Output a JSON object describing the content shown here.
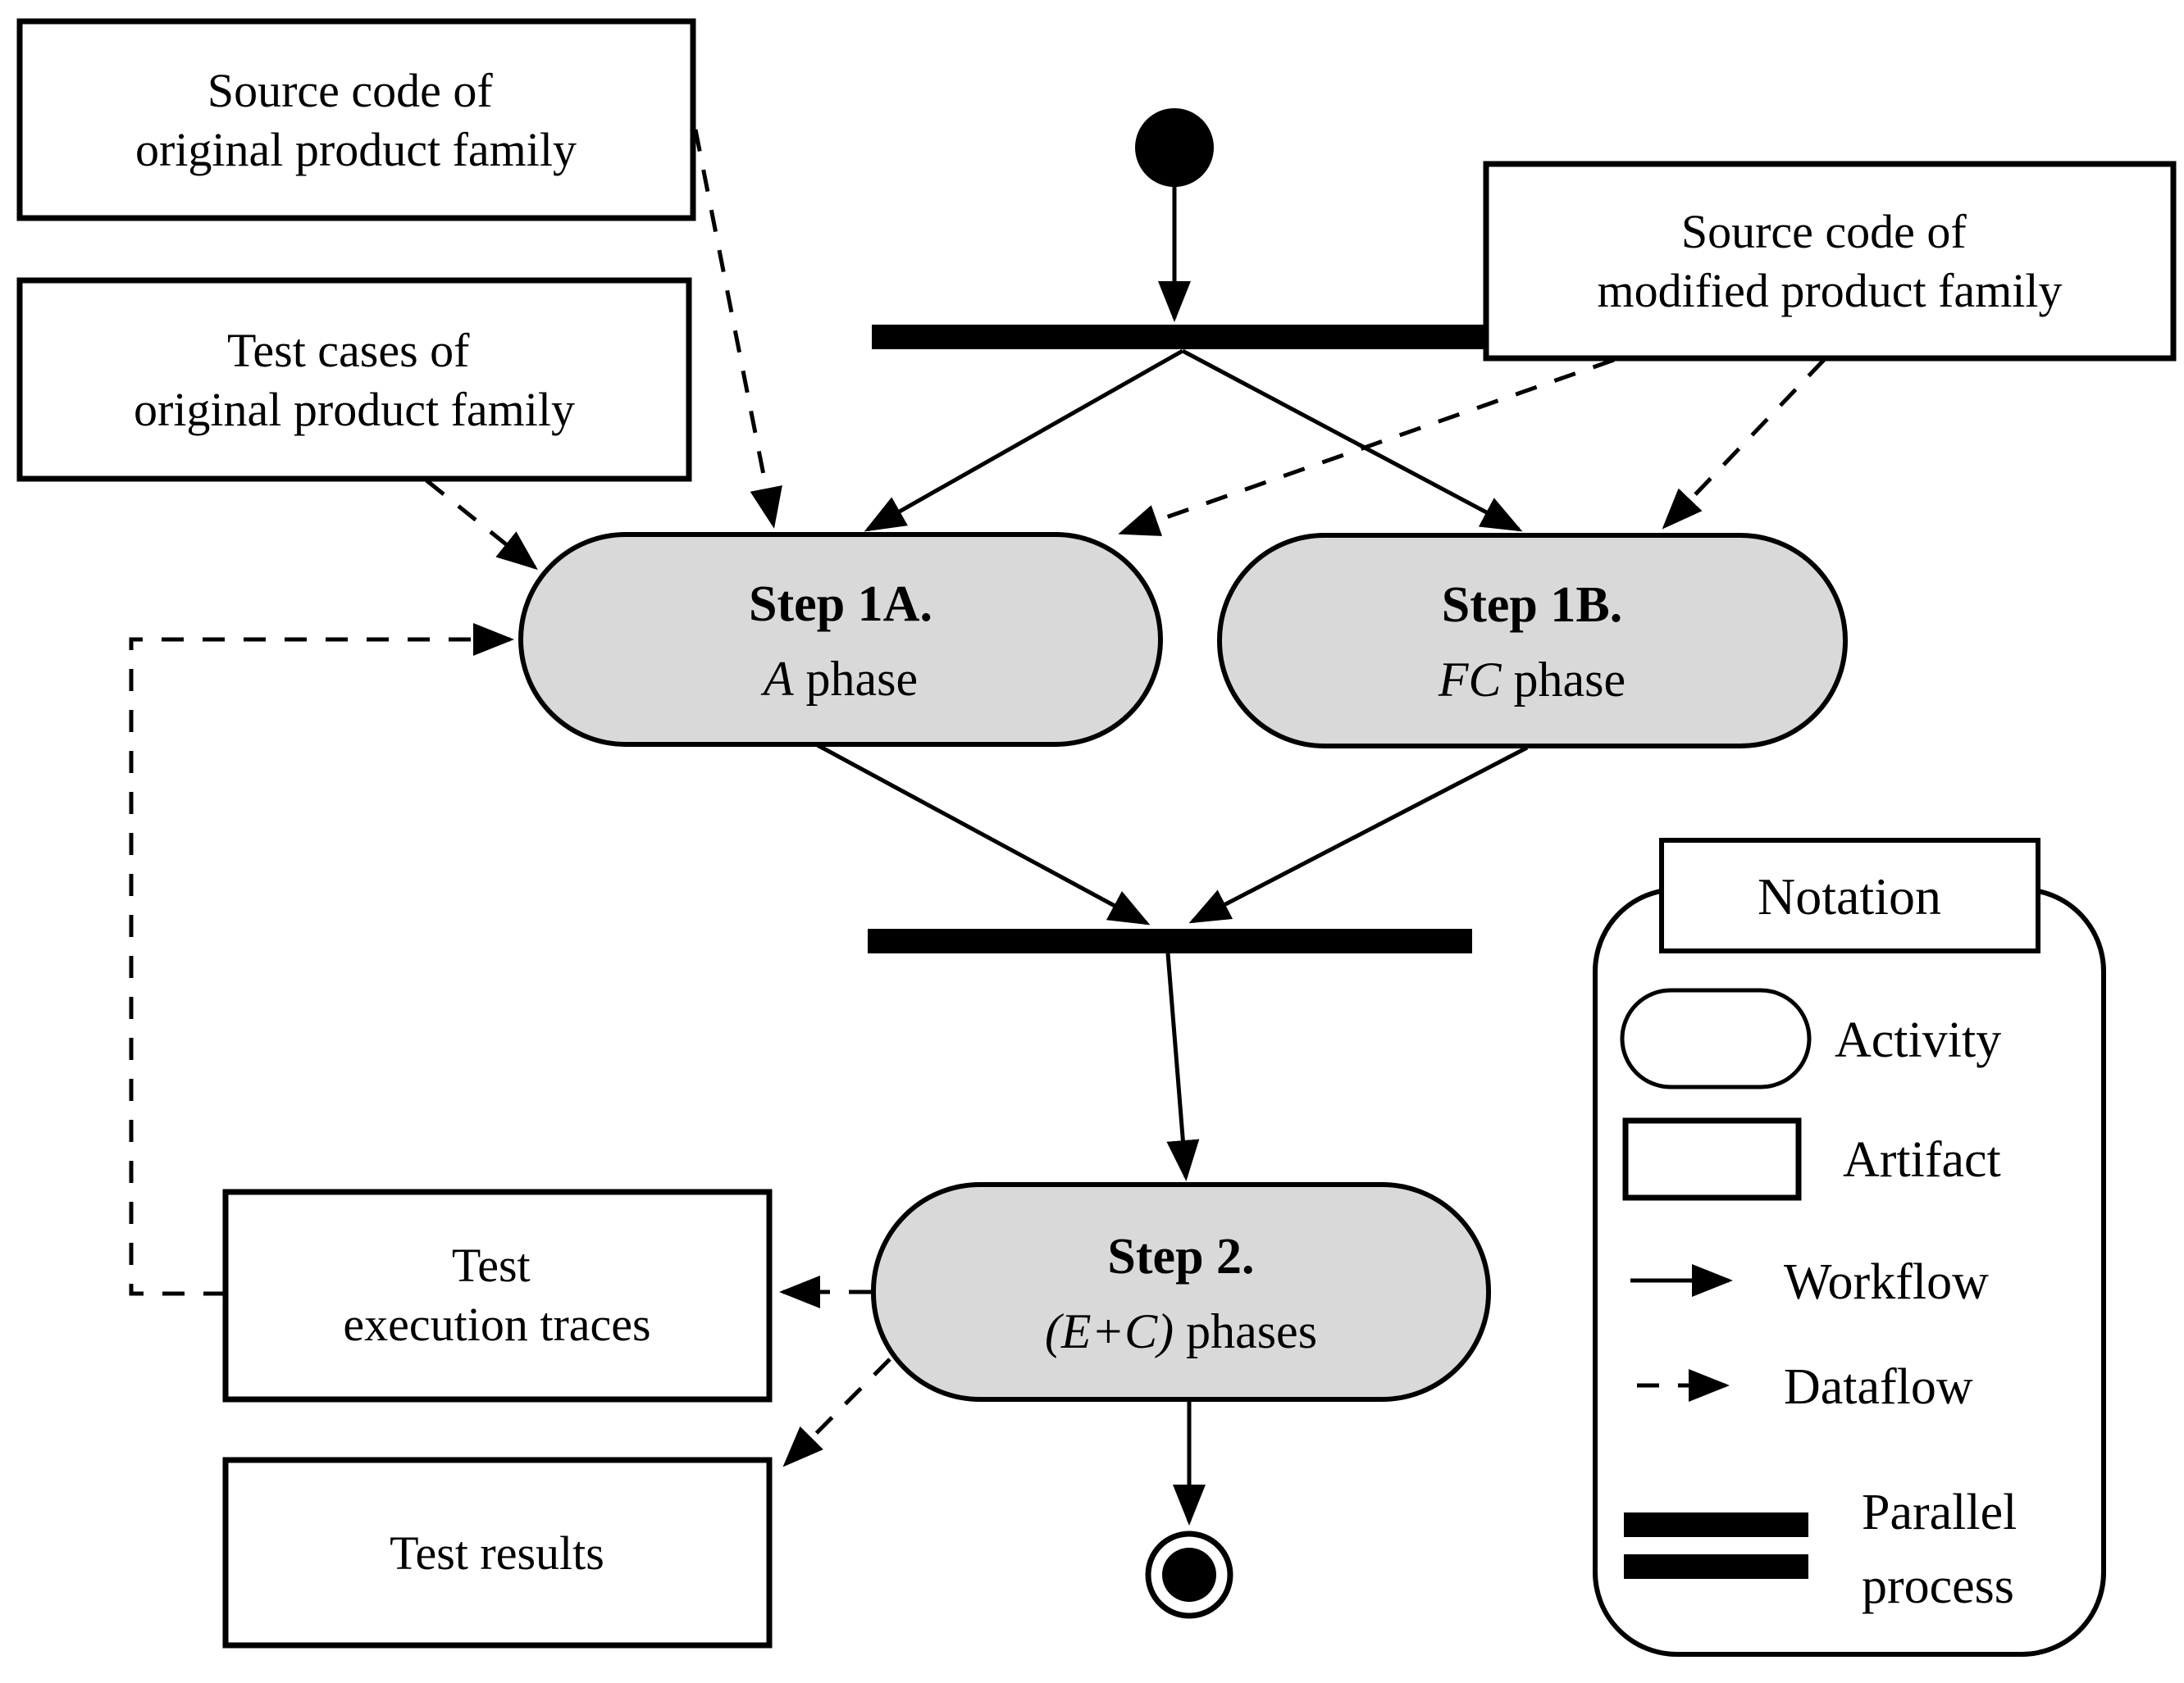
{
  "diagram": {
    "artifacts": {
      "source_original": {
        "line1": "Source code of",
        "line2": "original product family"
      },
      "test_cases": {
        "line1": "Test cases of",
        "line2": "original product family"
      },
      "source_modified": {
        "line1": "Source code of",
        "line2": "modified product family"
      },
      "execution_traces": {
        "line1": "Test",
        "line2": "execution traces"
      },
      "test_results": {
        "line1": "Test results"
      }
    },
    "activities": {
      "step1a": {
        "title": "Step 1A.",
        "sub_italic": "A",
        "sub_rest": " phase"
      },
      "step1b": {
        "title": "Step 1B.",
        "sub_italic": "FC",
        "sub_rest": " phase"
      },
      "step2": {
        "title": "Step 2.",
        "sub_italic": "(E+C)",
        "sub_rest": " phases"
      }
    }
  },
  "legend": {
    "title": "Notation",
    "items": [
      {
        "label": "Activity"
      },
      {
        "label": "Artifact"
      },
      {
        "label": "Workflow"
      },
      {
        "label": "Dataflow"
      },
      {
        "label": "Parallel",
        "label2": "process"
      }
    ]
  },
  "colors": {
    "activity_fill": "#d9d9d9",
    "stroke": "#000000",
    "background": "#ffffff"
  }
}
